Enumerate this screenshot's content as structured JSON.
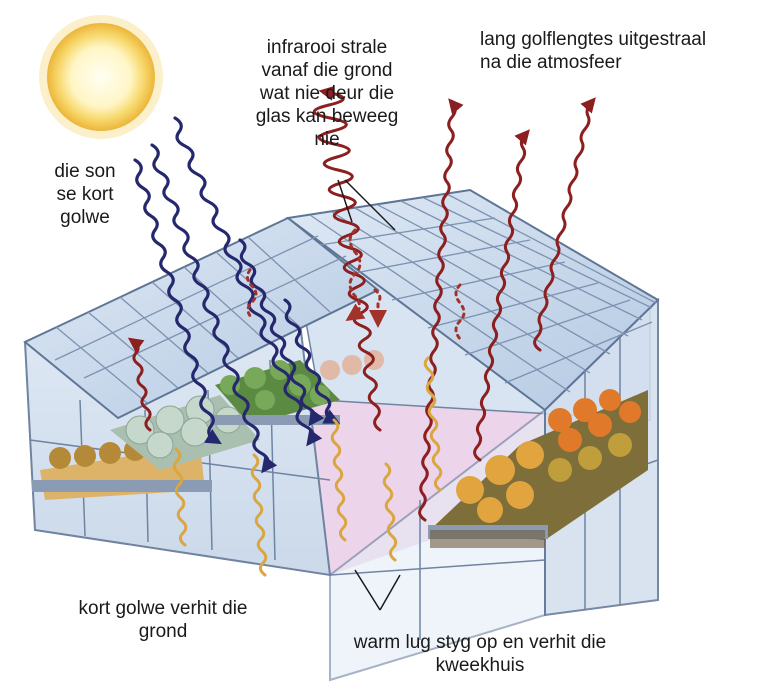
{
  "labels": {
    "sun_short_waves": [
      "die son",
      "se kort",
      "golwe"
    ],
    "infrared_ground": [
      "infrarooi strale",
      "vanaf die grond",
      "wat nie deur die",
      "glas kan beweeg",
      "nie"
    ],
    "long_wavelengths": [
      "lang golflengtes uitgestraal",
      "na die atmosfeer"
    ],
    "short_waves_heat": [
      "kort golwe verhit die",
      "grond"
    ],
    "warm_air": [
      "warm lug styg op en verhit die",
      "kweekhuis"
    ]
  },
  "colors": {
    "short_wave": "#26286e",
    "infrared": "#8c1f1f",
    "warm_air": "#d9a640",
    "glass": "#c9d9ec",
    "floor": "#e9cfe6",
    "sun": "#f3c544"
  }
}
